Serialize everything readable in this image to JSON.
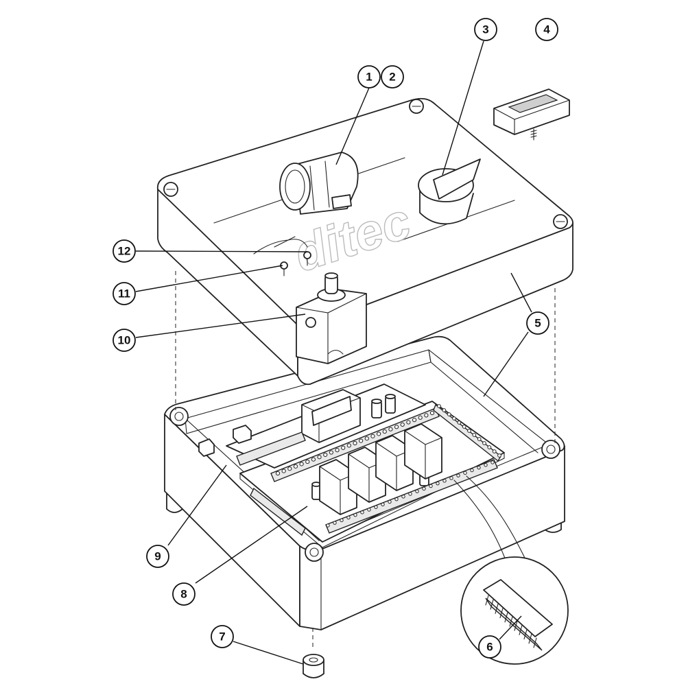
{
  "diagram": {
    "brand_logo": "ditec",
    "callouts": [
      {
        "id": "1",
        "label": "1"
      },
      {
        "id": "2",
        "label": "2"
      },
      {
        "id": "3",
        "label": "3"
      },
      {
        "id": "4",
        "label": "4"
      },
      {
        "id": "5",
        "label": "5"
      },
      {
        "id": "6",
        "label": "6"
      },
      {
        "id": "7",
        "label": "7"
      },
      {
        "id": "8",
        "label": "8"
      },
      {
        "id": "9",
        "label": "9"
      },
      {
        "id": "10",
        "label": "10"
      },
      {
        "id": "11",
        "label": "11"
      },
      {
        "id": "12",
        "label": "12"
      }
    ]
  }
}
